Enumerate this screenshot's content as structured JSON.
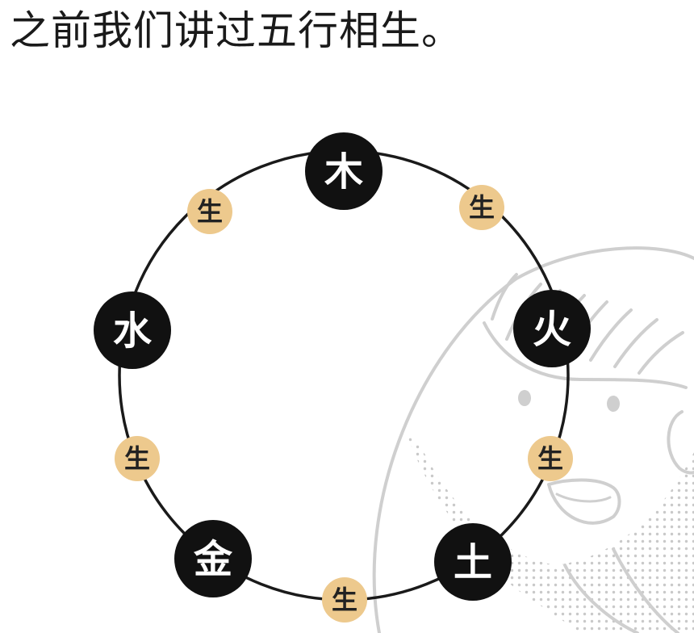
{
  "caption": "之前我们讲过五行相生。",
  "cycle": {
    "elements": [
      {
        "id": "wood",
        "label": "木"
      },
      {
        "id": "fire",
        "label": "火"
      },
      {
        "id": "earth",
        "label": "土"
      },
      {
        "id": "metal",
        "label": "金"
      },
      {
        "id": "water",
        "label": "水"
      }
    ],
    "generates_label": "生"
  },
  "colors": {
    "element_fill": "#111111",
    "element_text": "#ffffff",
    "badge_fill": "#edc98d",
    "ring_stroke": "#1a1a1a",
    "character_stroke": "#cfcfcf",
    "halftone_dot": "#c9c9c9"
  }
}
